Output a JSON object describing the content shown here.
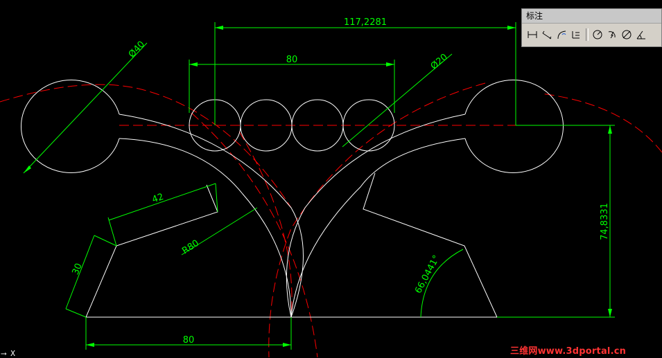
{
  "dimensions": {
    "overall_width": "117,2281",
    "circles_span": "80",
    "small_diameter": "Ø20",
    "large_diameter": "Ø40",
    "slot_length": "42",
    "arc_radius": "R80",
    "edge_length": "30",
    "base_length": "80",
    "angle": "66,0441°",
    "height": "74,8331"
  },
  "toolbar": {
    "title": "标注",
    "icons": [
      "linear-dimension-icon",
      "aligned-dimension-icon",
      "arc-length-icon",
      "ordinate-dimension-icon",
      "radius-dimension-icon",
      "jogged-dimension-icon",
      "diameter-dimension-icon",
      "angular-dimension-icon"
    ]
  },
  "watermark": "三维网www.3dportal.cn",
  "ucs_label": "X",
  "colors": {
    "background": "#000000",
    "geometry": "#ffffff",
    "dimension": "#00ff00",
    "centerline": "#ff0000"
  }
}
